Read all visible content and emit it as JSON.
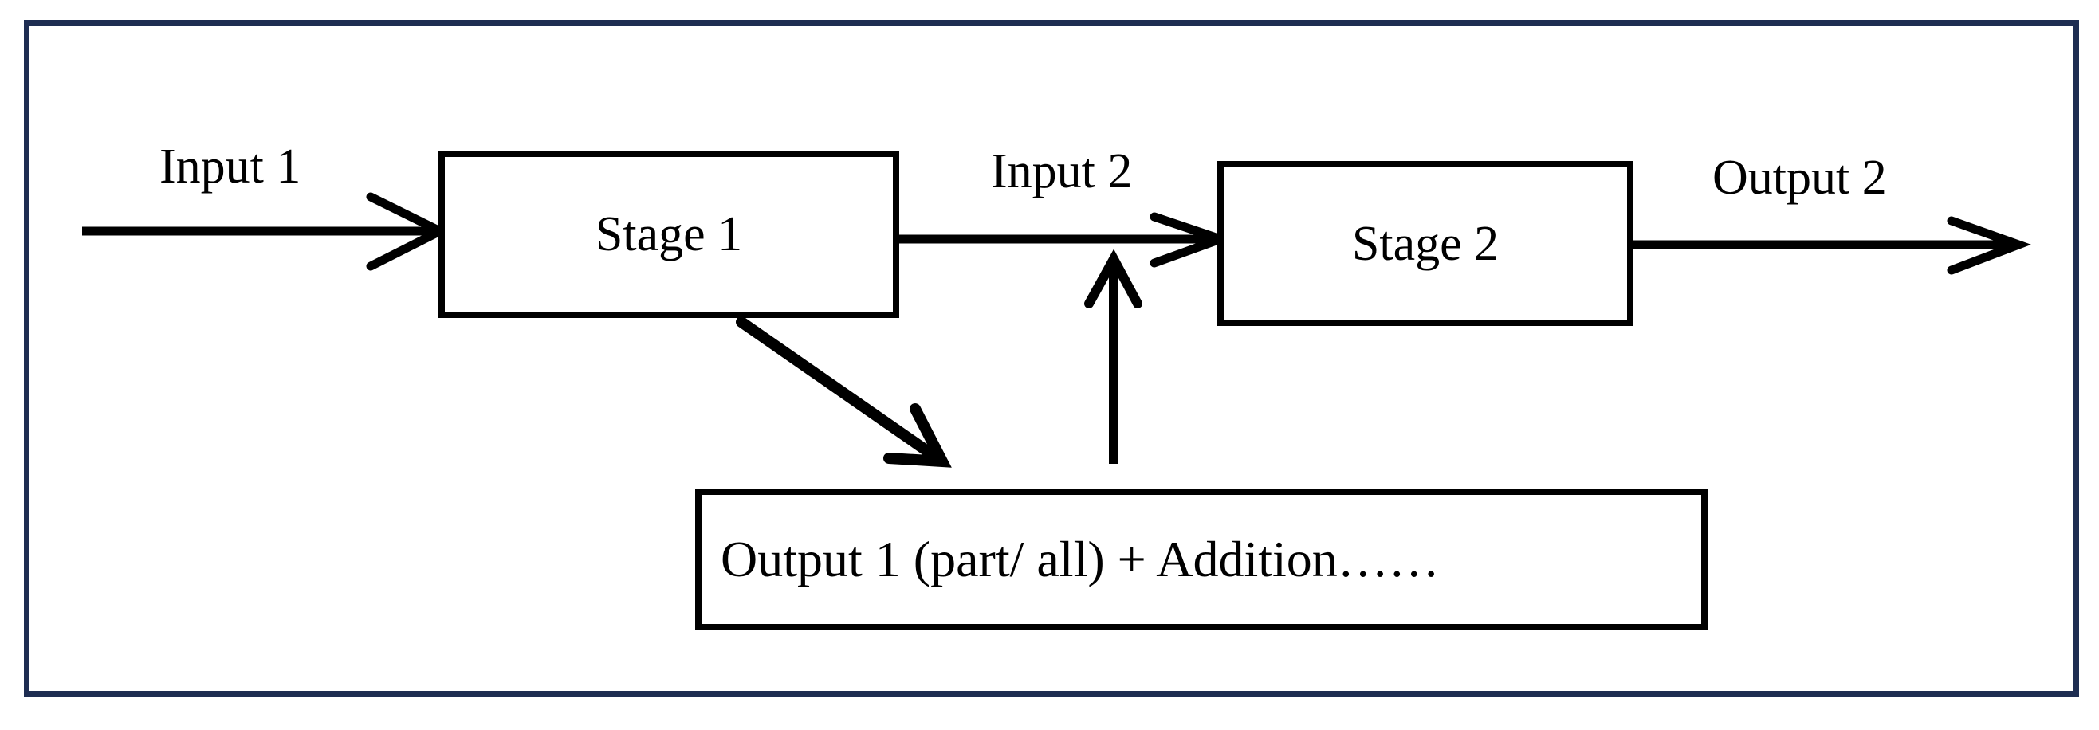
{
  "diagram": {
    "title": "Two-stage process flow with feedback of Output 1",
    "frame": {
      "border_color": "#1e2d52"
    },
    "ink_color": "#000000",
    "background_color": "#ffffff",
    "nodes": [
      {
        "id": "stage1",
        "label": "Stage 1",
        "shape": "rectangle"
      },
      {
        "id": "stage2",
        "label": "Stage 2",
        "shape": "rectangle"
      },
      {
        "id": "output1",
        "label": "Output 1   (part/ all) + Addition……",
        "shape": "rectangle"
      }
    ],
    "edges": [
      {
        "id": "e1",
        "label": "Input 1",
        "from": "external",
        "to": "stage1",
        "style": "straight-arrow",
        "direction": "right"
      },
      {
        "id": "e2",
        "label": "Input 2",
        "from": "stage1",
        "to": "stage2",
        "style": "straight-arrow",
        "direction": "right"
      },
      {
        "id": "e3",
        "label": "Output 2",
        "from": "stage2",
        "to": "external",
        "style": "straight-arrow",
        "direction": "right"
      },
      {
        "id": "e4",
        "label": "",
        "from": "stage1",
        "to": "output1",
        "style": "diagonal-arrow",
        "direction": "down-right"
      },
      {
        "id": "e5",
        "label": "",
        "from": "output1",
        "to": "e2",
        "style": "straight-arrow",
        "direction": "up"
      }
    ]
  },
  "labels": {
    "input1": "Input 1",
    "input2": "Input 2",
    "output2": "Output 2",
    "stage1": "Stage 1",
    "stage2": "Stage 2",
    "output1_box": "Output 1   (part/ all) + Addition……"
  }
}
